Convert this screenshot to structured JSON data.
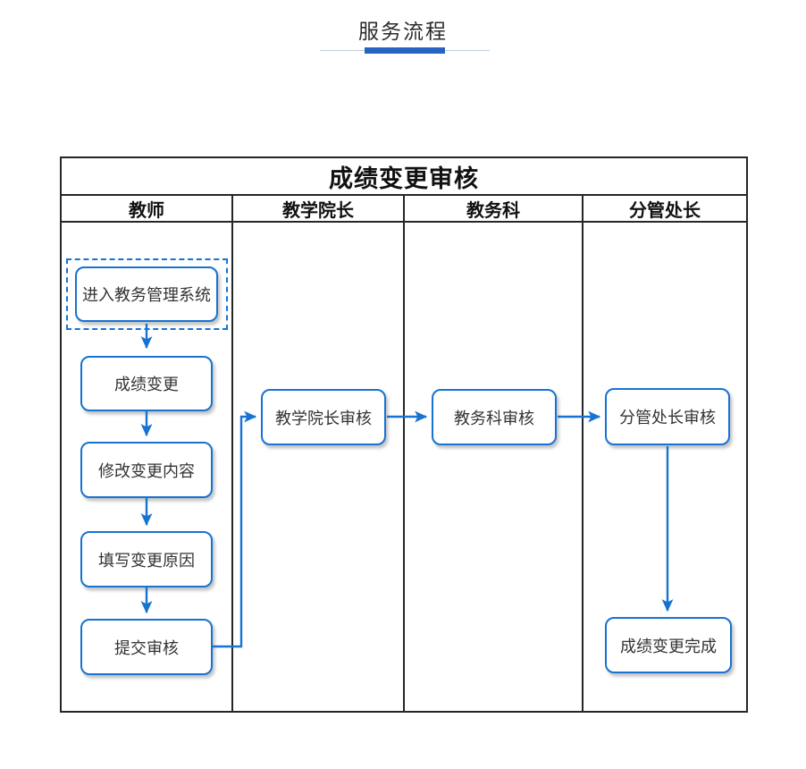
{
  "page": {
    "title": "服务流程"
  },
  "flowchart": {
    "title": "成绩变更审核",
    "lanes": [
      {
        "label": "教师"
      },
      {
        "label": "教学院长"
      },
      {
        "label": "教务科"
      },
      {
        "label": "分管处长"
      }
    ],
    "nodes": [
      {
        "id": "enter-system",
        "label": "进入教务管理系统"
      },
      {
        "id": "grade-change",
        "label": "成绩变更"
      },
      {
        "id": "modify-content",
        "label": "修改变更内容"
      },
      {
        "id": "fill-reason",
        "label": "填写变更原因"
      },
      {
        "id": "submit-review",
        "label": "提交审核"
      },
      {
        "id": "dean-review",
        "label": "教学院长审核"
      },
      {
        "id": "office-review",
        "label": "教务科审核"
      },
      {
        "id": "director-review",
        "label": "分管处长审核"
      },
      {
        "id": "change-done",
        "label": "成绩变更完成"
      }
    ],
    "colors": {
      "accent_blue": "#1673d2",
      "underline_bar": "#2565c1",
      "underline_line": "#c0cede",
      "table_border": "#262626",
      "text": "#333333"
    }
  }
}
